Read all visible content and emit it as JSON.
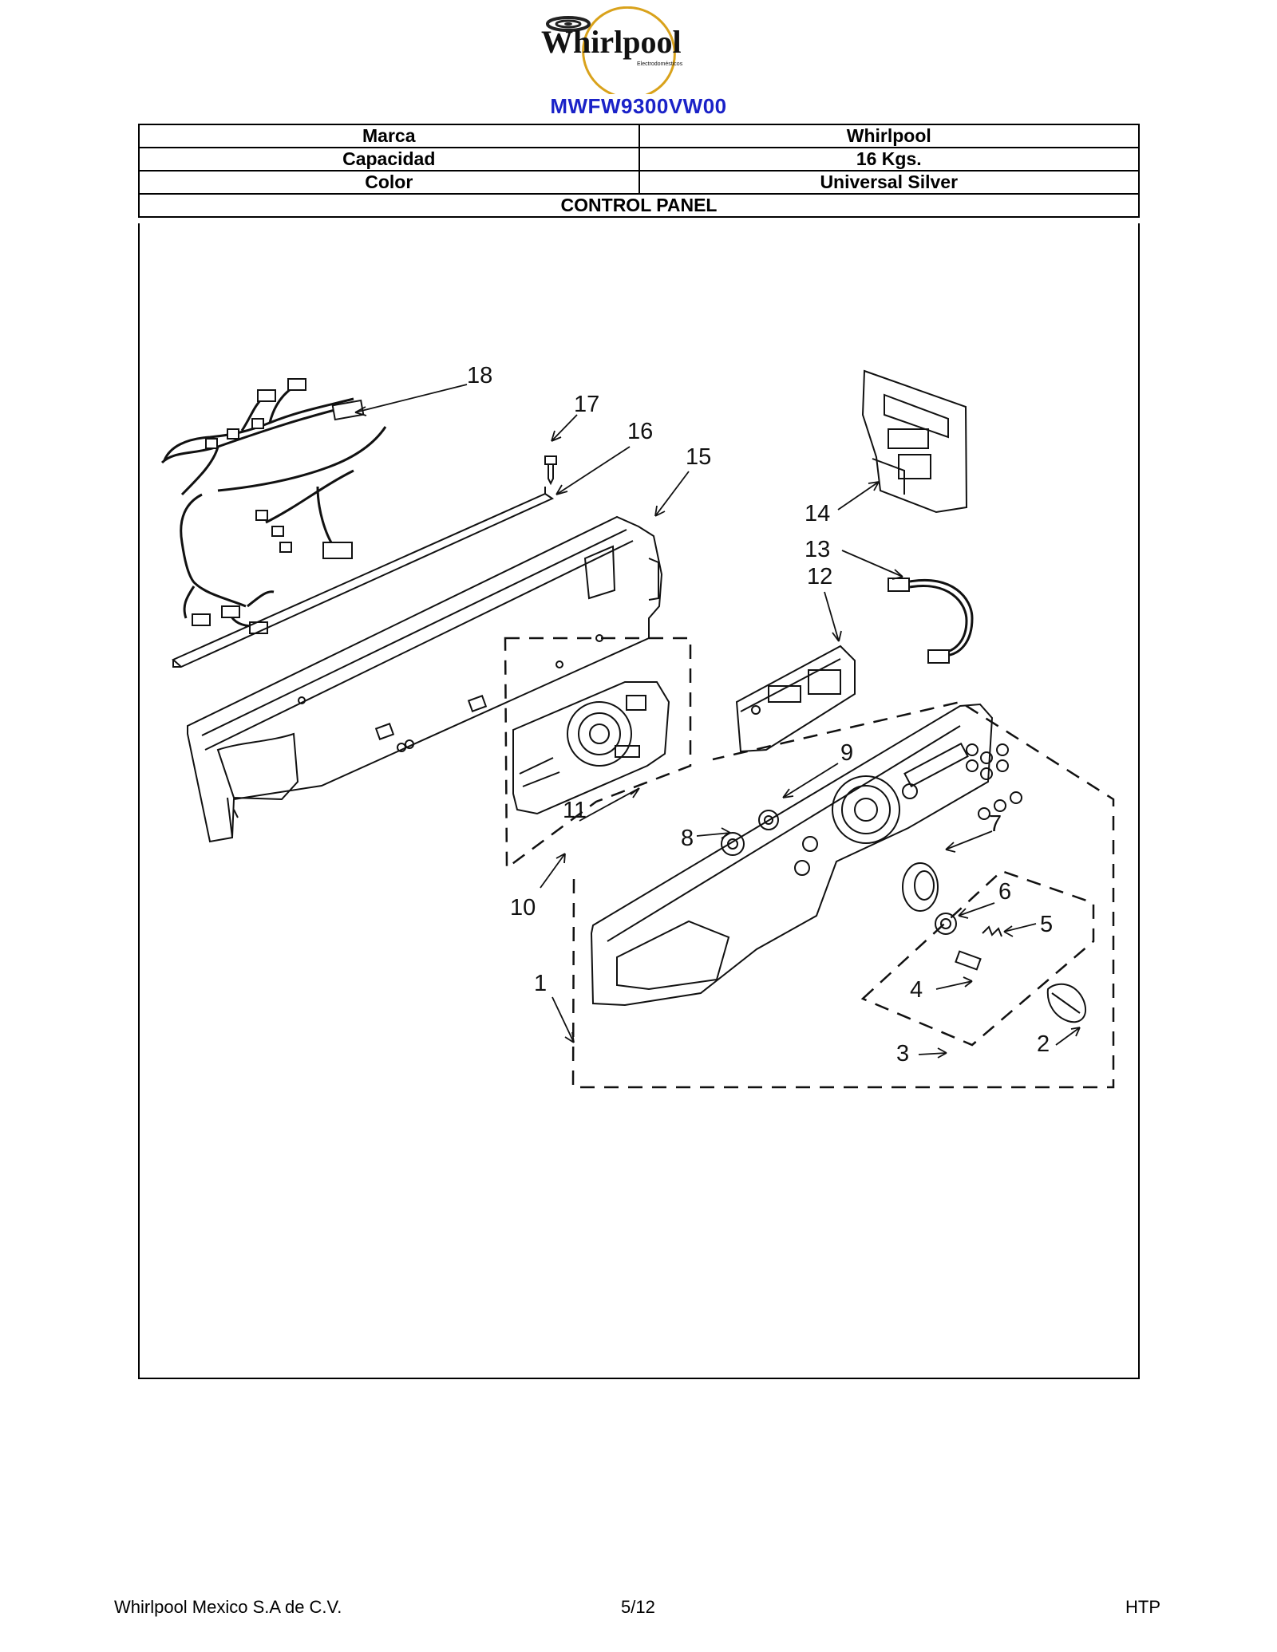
{
  "header": {
    "brand_logo": "Whirlpool",
    "brand_subtitle": "Electrodomésticos",
    "model": "MWFW9300VW00"
  },
  "spec_table": {
    "rows": [
      {
        "label": "Marca",
        "value": "Whirlpool"
      },
      {
        "label": "Capacidad",
        "value": "16 Kgs."
      },
      {
        "label": "Color",
        "value": "Universal Silver"
      }
    ],
    "section_title": "CONTROL PANEL"
  },
  "diagram": {
    "callouts": [
      "1",
      "2",
      "3",
      "4",
      "5",
      "6",
      "7",
      "8",
      "9",
      "10",
      "11",
      "12",
      "13",
      "14",
      "15",
      "16",
      "17",
      "18"
    ]
  },
  "footer": {
    "company": "Whirlpool Mexico S.A de C.V.",
    "page": "5/12",
    "code": "HTP"
  },
  "colors": {
    "model_blue": "#1a22c8",
    "logo_gold": "#d9a21b"
  }
}
